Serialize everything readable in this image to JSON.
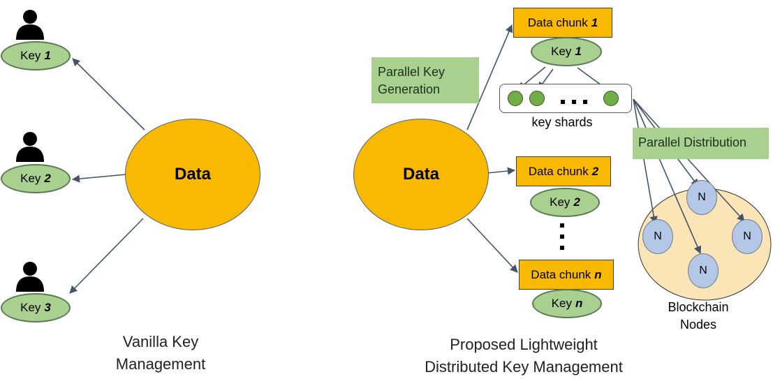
{
  "left": {
    "keys": [
      {
        "label": "Key",
        "num": "1"
      },
      {
        "label": "Key",
        "num": "2"
      },
      {
        "label": "Key",
        "num": "3"
      }
    ],
    "data_label": "Data",
    "caption_line1": "Vanilla Key",
    "caption_line2": "Management"
  },
  "right": {
    "data_label": "Data",
    "parallel_key_line1": "Parallel Key",
    "parallel_key_line2": "Generation",
    "chunks": [
      {
        "label": "Data chunk",
        "num": "1"
      },
      {
        "label": "Data chunk",
        "num": "2"
      },
      {
        "label": "Data chunk",
        "num": "n"
      }
    ],
    "keys": [
      {
        "label": "Key",
        "num": "1"
      },
      {
        "label": "Key",
        "num": "2"
      },
      {
        "label": "Key",
        "num": "n"
      }
    ],
    "shards_label": "key shards",
    "parallel_distribution": "Parallel Distribution",
    "node_label": "N",
    "blockchain_line1": "Blockchain",
    "blockchain_line2": "Nodes",
    "caption_line1": "Proposed Lightweight",
    "caption_line2": "Distributed Key Management"
  },
  "colors": {
    "data": "#f8b900",
    "key": "#a9d08e",
    "node": "#b4c7e7",
    "blockchain_area": "#fbe5b6",
    "shard": "#70ad47",
    "arrow": "#44546a"
  },
  "icons": [
    "user-icon",
    "user-icon",
    "user-icon"
  ]
}
